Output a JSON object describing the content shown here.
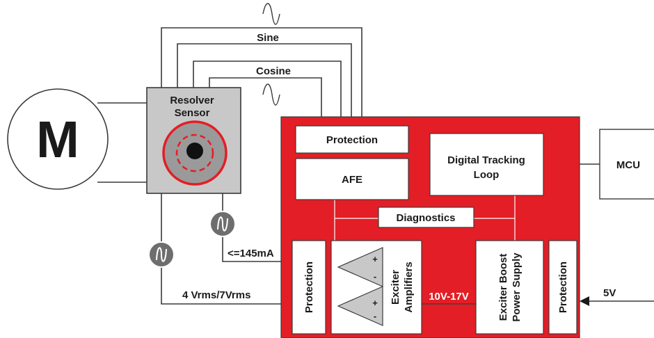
{
  "labels": {
    "motor": "M",
    "resolver_line1": "Resolver",
    "resolver_line2": "Sensor",
    "sine": "Sine",
    "cosine": "Cosine",
    "protection_top": "Protection",
    "afe": "AFE",
    "dtl_line1": "Digital Tracking",
    "dtl_line2": "Loop",
    "diagnostics": "Diagnostics",
    "mcu": "MCU",
    "current": "<=145mA",
    "vrms": "4 Vrms/7Vrms",
    "protection_left": "Protection",
    "exciter_amp_line1": "Exciter",
    "exciter_amp_line2": "Amplifiers",
    "plus": "+",
    "minus": "-",
    "boost_range": "10V-17V",
    "boost_line1": "Exciter Boost",
    "boost_line2": "Power Supply",
    "protection_right": "Protection",
    "supply": "5V"
  },
  "colors": {
    "ic_red": "#e31e26",
    "sensor_gray": "#c8c8c8",
    "source_gray": "#6e6e6e",
    "wire": "#3a3a3a"
  }
}
